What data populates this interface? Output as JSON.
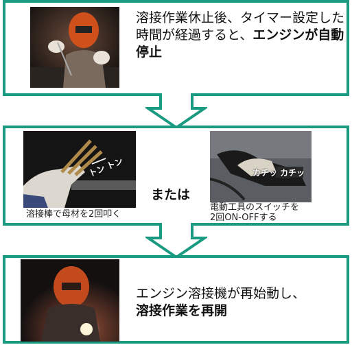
{
  "step1": {
    "text_normal": "溶接作業休止後、タイマー設定した時間が経過すると、",
    "text_bold": "エンジンが自動停止"
  },
  "step2": {
    "option_a_caption": "溶接棒で母材を2回叩く",
    "option_a_sound": "トン トン",
    "or_label": "または",
    "option_b_caption_line1": "電動工具のスイッチを",
    "option_b_caption_line2": "2回ON-OFFする",
    "option_b_sound": "カチッ カチッ"
  },
  "step3": {
    "text_normal": "エンジン溶接機が再始動し、",
    "text_bold": "溶接作業を再開"
  },
  "colors": {
    "frame": "#1a9a80",
    "arrow_fill": "#ffffff"
  }
}
